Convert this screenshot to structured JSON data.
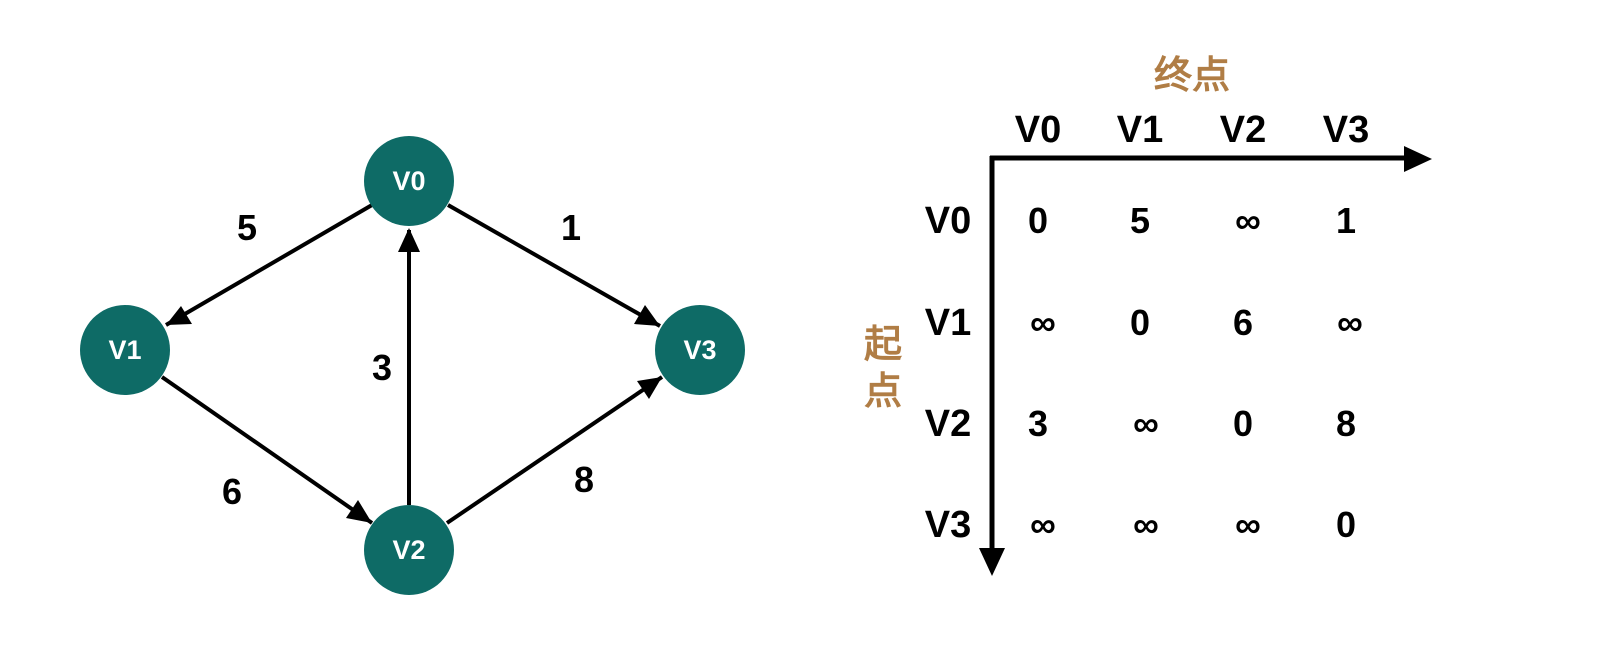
{
  "colors": {
    "node_fill": "#0e6b66",
    "accent_text": "#b07d45",
    "line": "#000000"
  },
  "graph": {
    "nodes": [
      {
        "id": "V0",
        "label": "V0"
      },
      {
        "id": "V1",
        "label": "V1"
      },
      {
        "id": "V2",
        "label": "V2"
      },
      {
        "id": "V3",
        "label": "V3"
      }
    ],
    "edges": [
      {
        "from": "V0",
        "to": "V1",
        "weight": "5"
      },
      {
        "from": "V0",
        "to": "V3",
        "weight": "1"
      },
      {
        "from": "V2",
        "to": "V0",
        "weight": "3"
      },
      {
        "from": "V1",
        "to": "V2",
        "weight": "6"
      },
      {
        "from": "V2",
        "to": "V3",
        "weight": "8"
      }
    ]
  },
  "matrix": {
    "column_axis_title": "终点",
    "row_axis_title_line1": "起",
    "row_axis_title_line2": "点",
    "columns": [
      "V0",
      "V1",
      "V2",
      "V3"
    ],
    "rows": [
      {
        "label": "V0",
        "cells": [
          "0",
          "5",
          "∞",
          "1"
        ]
      },
      {
        "label": "V1",
        "cells": [
          "∞",
          "0",
          "6",
          "∞"
        ]
      },
      {
        "label": "V2",
        "cells": [
          "3",
          "∞",
          "0",
          "8"
        ]
      },
      {
        "label": "V3",
        "cells": [
          "∞",
          "∞",
          "∞",
          "0"
        ]
      }
    ]
  }
}
